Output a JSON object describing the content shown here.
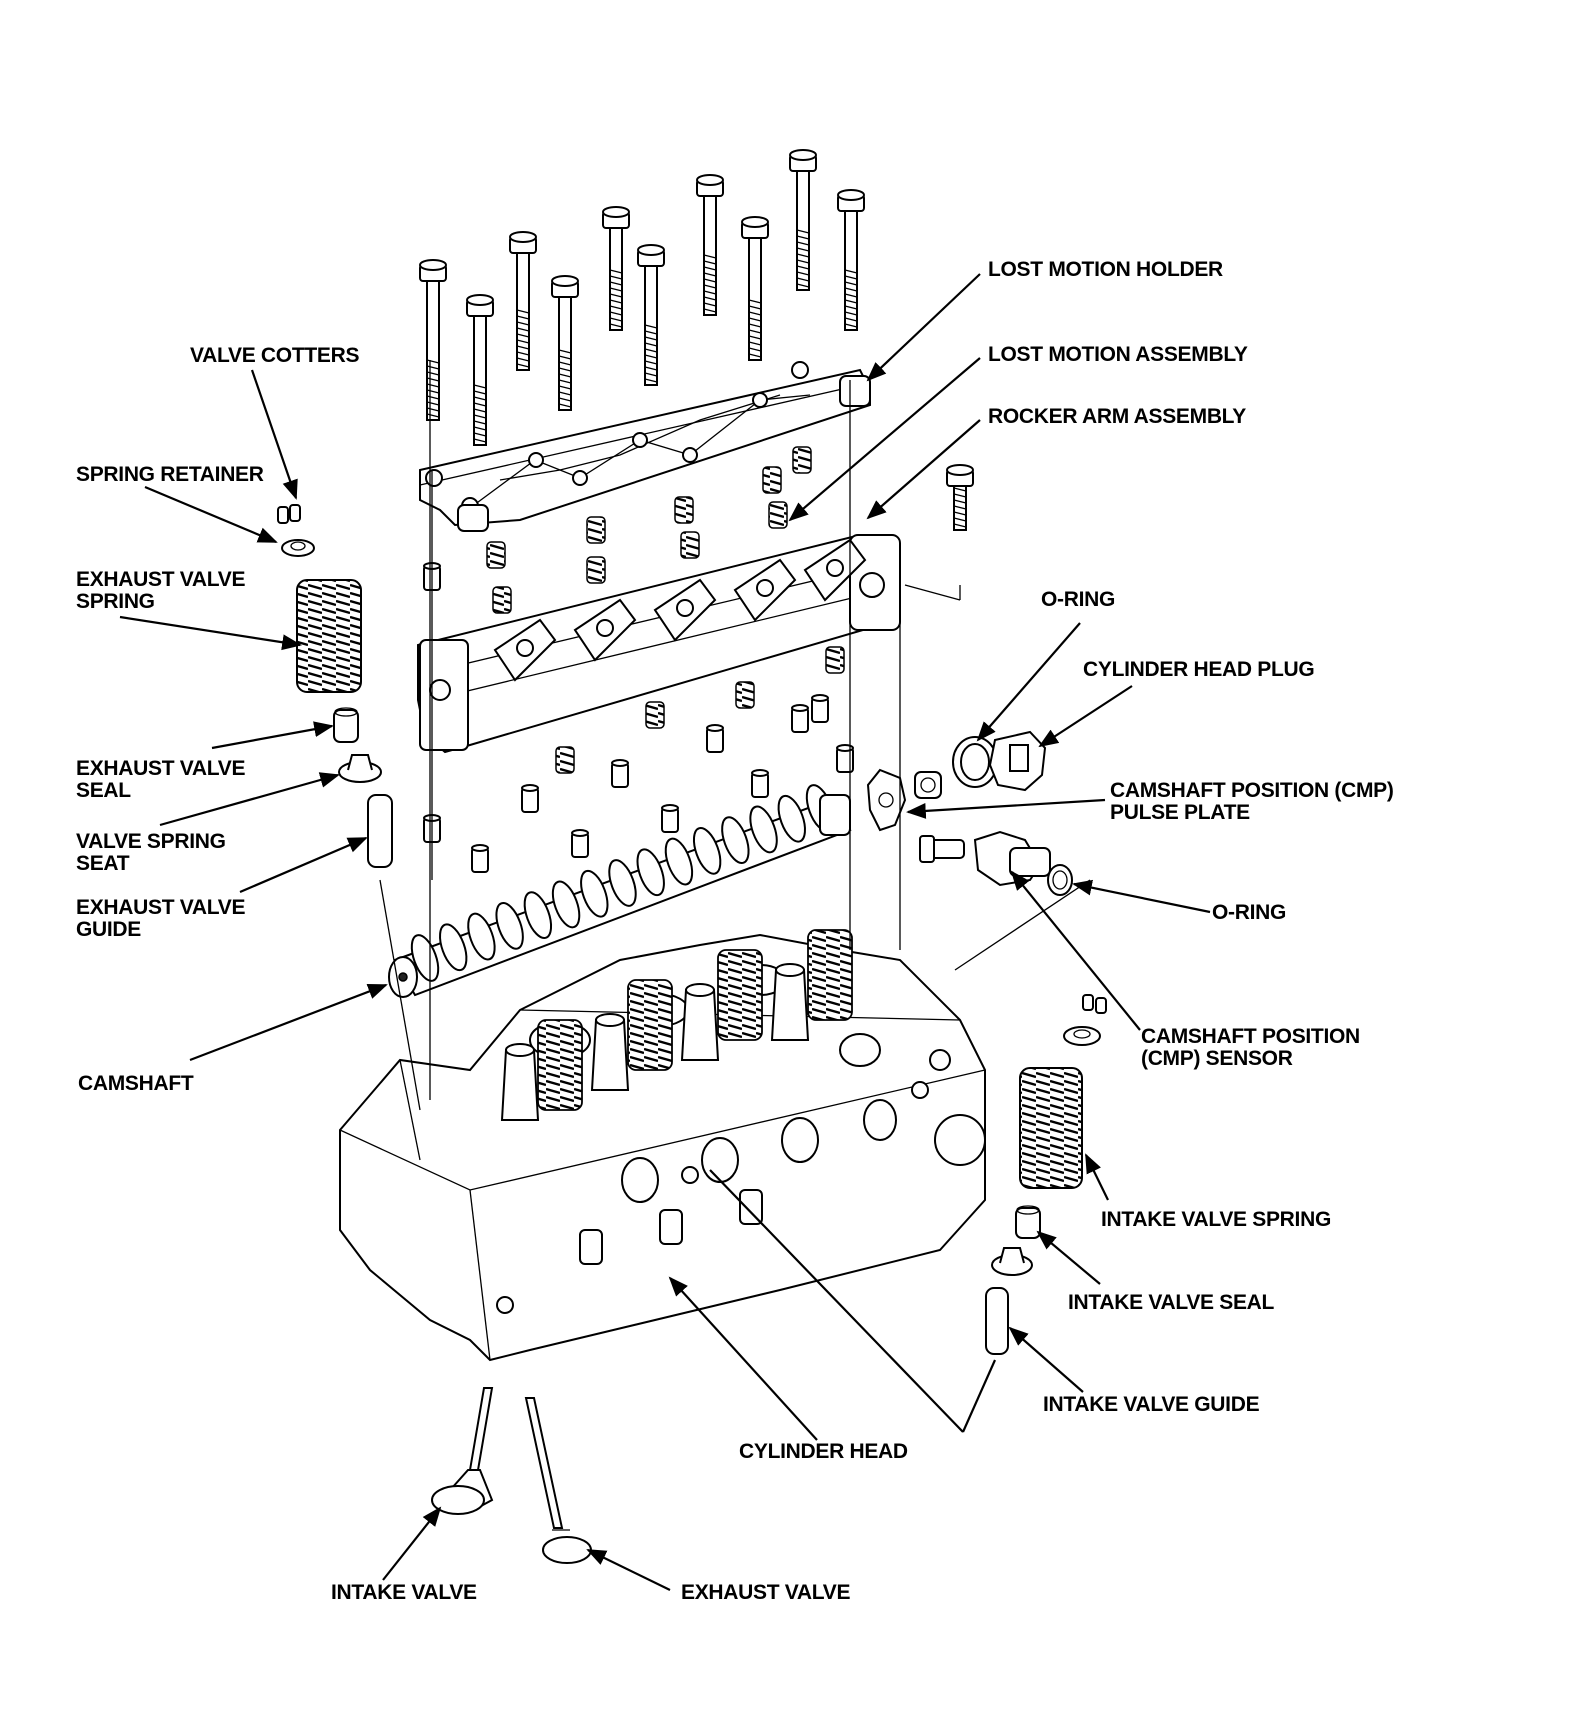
{
  "labels": {
    "lost_motion_holder": "LOST MOTION HOLDER",
    "lost_motion_assembly": "LOST MOTION ASSEMBLY",
    "rocker_arm_assembly": "ROCKER ARM ASSEMBLY",
    "valve_cotters": "VALVE COTTERS",
    "spring_retainer": "SPRING RETAINER",
    "exhaust_valve_spring": [
      "EXHAUST VALVE",
      "SPRING"
    ],
    "o_ring_top": "O-RING",
    "cylinder_head_plug": "CYLINDER HEAD PLUG",
    "exhaust_valve_seal": [
      "EXHAUST VALVE",
      "SEAL"
    ],
    "cmp_pulse_plate": [
      "CAMSHAFT POSITION (CMP)",
      "PULSE PLATE"
    ],
    "valve_spring_seat": [
      "VALVE SPRING",
      "SEAT"
    ],
    "exhaust_valve_guide": [
      "EXHAUST VALVE",
      "GUIDE"
    ],
    "o_ring_bottom": "O-RING",
    "cmp_sensor": [
      "CAMSHAFT POSITION",
      "(CMP) SENSOR"
    ],
    "camshaft": "CAMSHAFT",
    "intake_valve_spring": "INTAKE VALVE SPRING",
    "intake_valve_seal": "INTAKE VALVE SEAL",
    "intake_valve_guide": "INTAKE VALVE GUIDE",
    "cylinder_head": "CYLINDER HEAD",
    "intake_valve": "INTAKE VALVE",
    "exhaust_valve": "EXHAUST VALVE"
  }
}
